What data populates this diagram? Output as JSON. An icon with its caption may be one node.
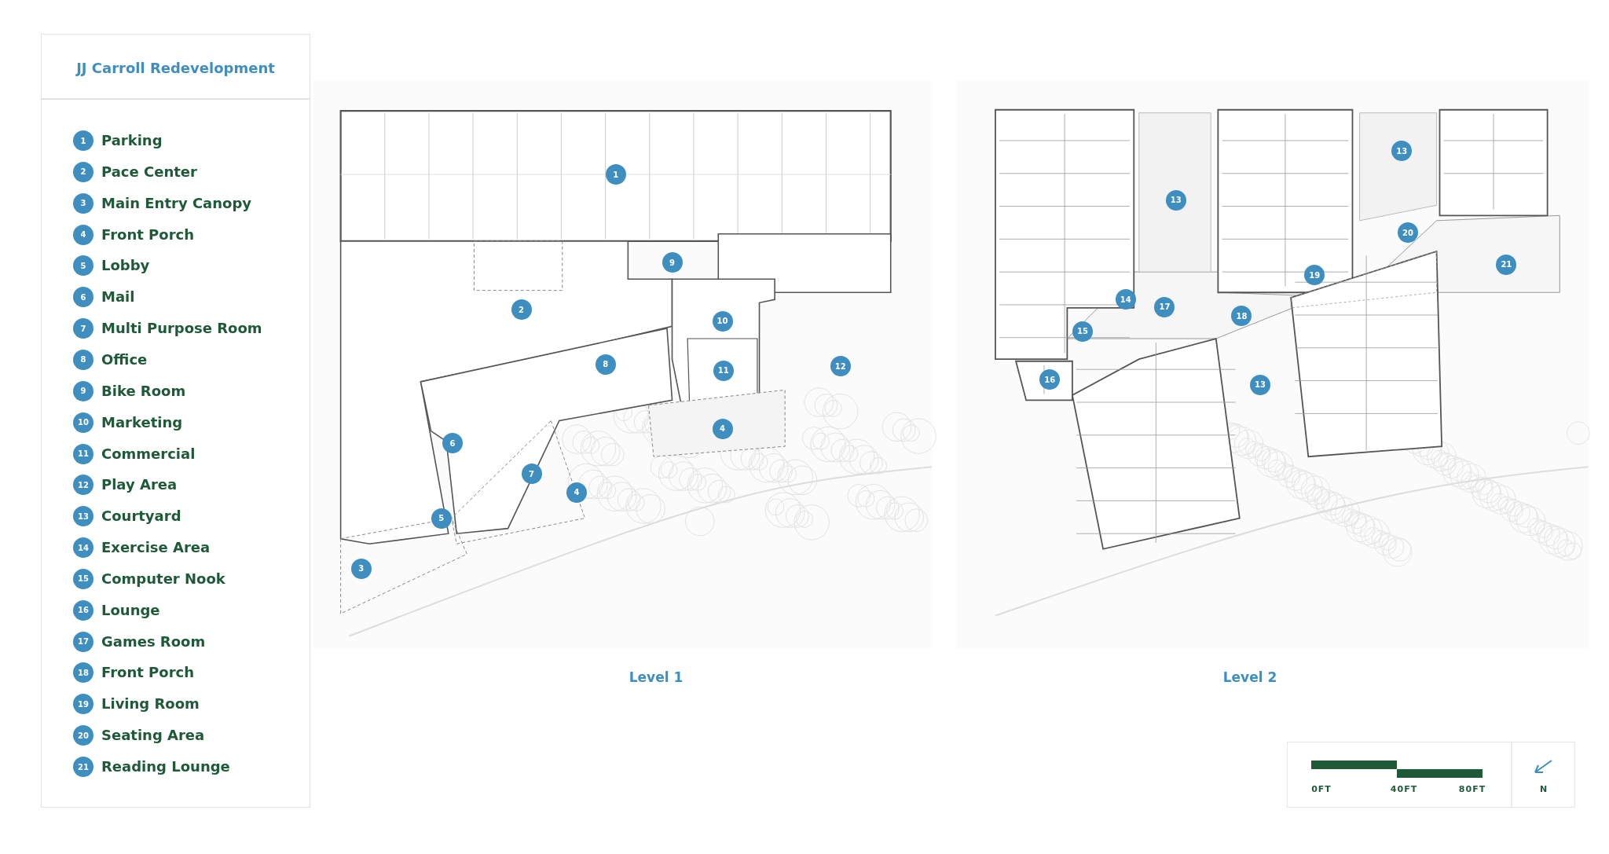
{
  "diagram": {
    "title": "JJ Carroll Redevelopment",
    "labels": [
      "1",
      "Parking",
      "2",
      "Pace Center",
      "3",
      "Main Entry Canopy",
      "4",
      "Front Porch",
      "5",
      "Lobby",
      "6",
      "Mail",
      "7",
      "Multi Purpose Room",
      "8",
      "Office",
      "9",
      "Bike Room",
      "10",
      "Marketing",
      "11",
      "Commercial",
      "12",
      "Play Area",
      "13",
      "Courtyard",
      "14",
      "Exercise Area",
      "15",
      "Computer Nook",
      "16",
      "Lounge",
      "17",
      "Games Room",
      "18",
      "Front Porch",
      "19",
      "Living Room",
      "20",
      "Seating Area",
      "21",
      "Reading Lounge",
      "1",
      "9",
      "2",
      "10",
      "8",
      "11",
      "12",
      "4",
      "6",
      "7",
      "4",
      "5",
      "3",
      "Level 1",
      "13",
      "13",
      "20",
      "21",
      "19",
      "14",
      "17",
      "18",
      "15",
      "16",
      "13",
      "Level 2",
      "0FT",
      "40FT",
      "80FT",
      "N"
    ]
  }
}
